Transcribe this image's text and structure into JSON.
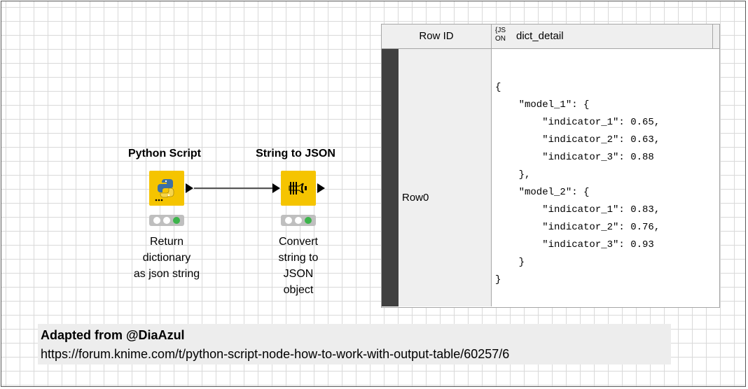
{
  "nodes": {
    "python": {
      "title": "Python Script",
      "description": [
        "Return",
        "dictionary",
        "as json string"
      ],
      "icon": "python-icon"
    },
    "string_to_json": {
      "title": "String to JSON",
      "description": [
        "Convert",
        "string to",
        "JSON",
        "object"
      ],
      "icon": "string-to-json-icon"
    }
  },
  "table": {
    "col_rowid": "Row ID",
    "col_json_badge_top": "{JS",
    "col_json_badge_bottom": "ON",
    "col_json": "dict_detail",
    "row_id": "Row0",
    "json_text": "{\n    \"model_1\": {\n        \"indicator_1\": 0.65,\n        \"indicator_2\": 0.63,\n        \"indicator_3\": 0.88\n    },\n    \"model_2\": {\n        \"indicator_1\": 0.83,\n        \"indicator_2\": 0.76,\n        \"indicator_3\": 0.93\n    }\n}"
  },
  "caption": {
    "title": "Adapted from @DiaAzul",
    "url": "https://forum.knime.com/t/python-script-node-how-to-work-with-output-table/60257/6"
  },
  "colors": {
    "node_fill": "#f5c400",
    "status_green": "#3cb44b",
    "status_off": "#ffffff"
  }
}
